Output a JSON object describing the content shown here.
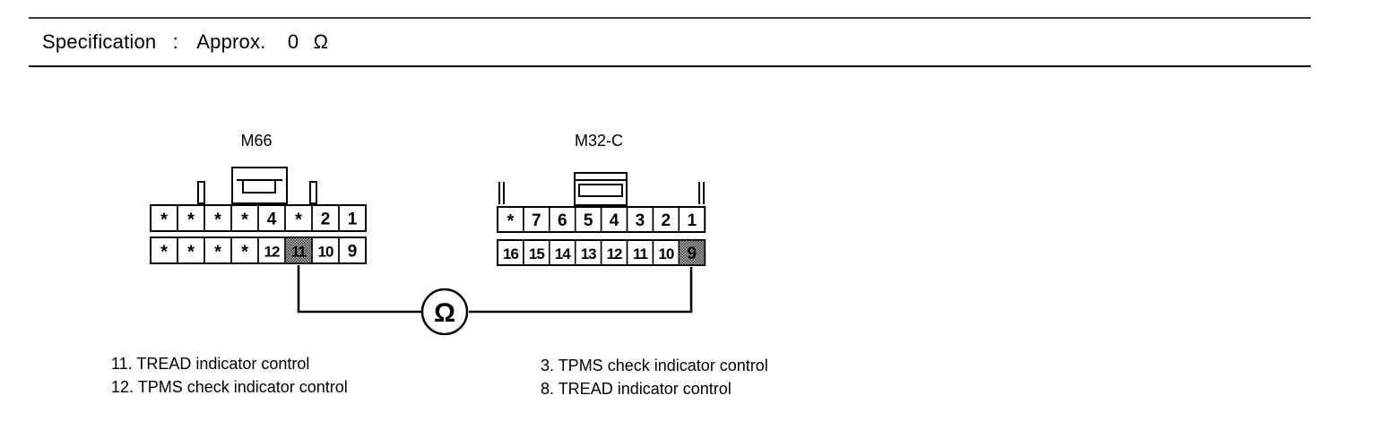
{
  "spec": {
    "label": "Specification",
    "separator": ":",
    "value": "Approx.",
    "number": "0",
    "unit": "Ω"
  },
  "meter": {
    "symbol": "Ω"
  },
  "connectors": [
    {
      "name": "M66",
      "rows": [
        [
          "*",
          "*",
          "*",
          "*",
          "4",
          "*",
          "2",
          "1"
        ],
        [
          "*",
          "*",
          "*",
          "*",
          "12",
          "11",
          "10",
          "9"
        ]
      ],
      "highlighted_pin": "11"
    },
    {
      "name": "M32-C",
      "rows": [
        [
          "*",
          "7",
          "6",
          "5",
          "4",
          "3",
          "2",
          "1"
        ],
        [
          "16",
          "15",
          "14",
          "13",
          "12",
          "11",
          "10",
          "9"
        ]
      ],
      "highlighted_pin": "9"
    }
  ],
  "legend_left": [
    "11. TREAD indicator control",
    "12. TPMS check indicator control"
  ],
  "legend_right": [
    "3. TPMS check indicator control",
    "8. TREAD indicator control"
  ],
  "colors": {
    "line": "#000000",
    "highlight_fill": "#6f6f6f"
  }
}
